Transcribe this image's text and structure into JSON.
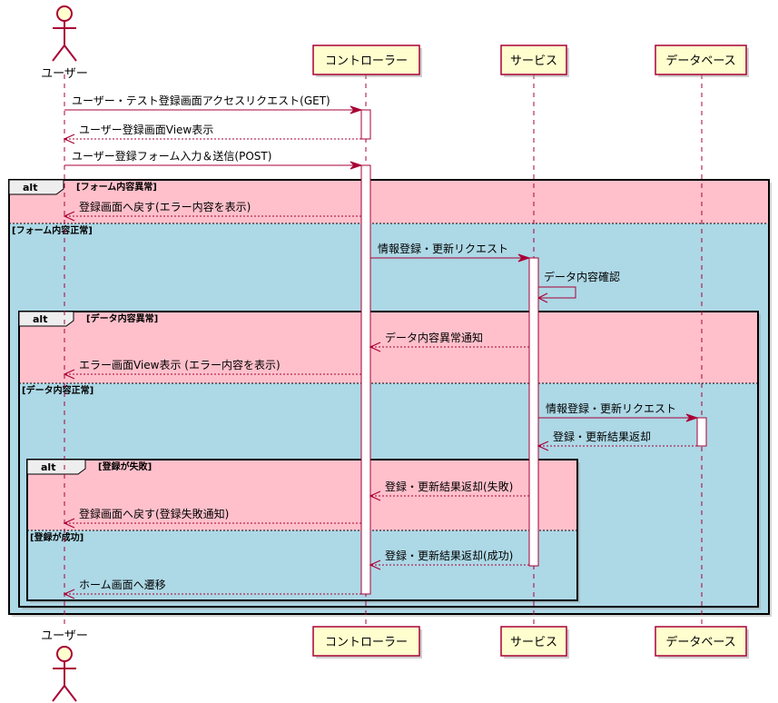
{
  "participants": [
    {
      "id": "user",
      "label": "ユーザー",
      "kind": "actor"
    },
    {
      "id": "ctrl",
      "label": "コントローラー",
      "kind": "box"
    },
    {
      "id": "svc",
      "label": "サービス",
      "kind": "box"
    },
    {
      "id": "db",
      "label": "データベース",
      "kind": "box"
    }
  ],
  "colors": {
    "abnormal_fill": "#FFC0CB",
    "normal_fill": "#ADD8E6",
    "participant_fill": "#FEFECE",
    "line": "#A80036"
  },
  "messages": [
    {
      "from": "user",
      "to": "ctrl",
      "text": "ユーザー・テスト登録画面アクセスリクエスト(GET)",
      "style": "solid"
    },
    {
      "from": "ctrl",
      "to": "user",
      "text": "ユーザー登録画面View表示",
      "style": "dashed"
    },
    {
      "from": "user",
      "to": "ctrl",
      "text": "ユーザー登録フォーム入力＆送信(POST)",
      "style": "solid"
    },
    {
      "from": "ctrl",
      "to": "user",
      "text": "登録画面へ戻す(エラー内容を表示)",
      "style": "dashed"
    },
    {
      "from": "ctrl",
      "to": "svc",
      "text": "情報登録・更新リクエスト",
      "style": "solid"
    },
    {
      "from": "svc",
      "to": "svc",
      "text": "データ内容確認",
      "style": "self"
    },
    {
      "from": "svc",
      "to": "ctrl",
      "text": "データ内容異常通知",
      "style": "dashed"
    },
    {
      "from": "ctrl",
      "to": "user",
      "text": "エラー画面View表示 (エラー内容を表示)",
      "style": "dashed"
    },
    {
      "from": "svc",
      "to": "db",
      "text": "情報登録・更新リクエスト",
      "style": "solid"
    },
    {
      "from": "db",
      "to": "svc",
      "text": "登録・更新結果返却",
      "style": "dashed"
    },
    {
      "from": "svc",
      "to": "ctrl",
      "text": "登録・更新結果返却(失敗)",
      "style": "dashed"
    },
    {
      "from": "ctrl",
      "to": "user",
      "text": "登録画面へ戻す(登録失敗通知)",
      "style": "dashed"
    },
    {
      "from": "svc",
      "to": "ctrl",
      "text": "登録・更新結果返却(成功)",
      "style": "dashed"
    },
    {
      "from": "ctrl",
      "to": "user",
      "text": "ホーム画面へ遷移",
      "style": "dashed"
    }
  ],
  "fragments": [
    {
      "keyword": "alt",
      "guard": "[フォーム内容異常]",
      "else_guard": "[フォーム内容正常]"
    },
    {
      "keyword": "alt",
      "guard": "[データ内容異常]",
      "else_guard": "[データ内容正常]"
    },
    {
      "keyword": "alt",
      "guard": "[登録が失敗]",
      "else_guard": "[登録が成功]"
    }
  ]
}
